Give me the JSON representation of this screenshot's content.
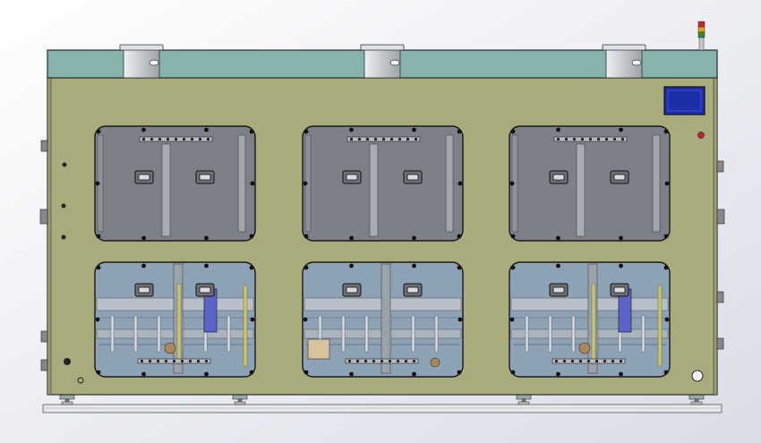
{
  "colors": {
    "background_top": "#ffffff",
    "background_bottom": "#d9dde6",
    "cabinet_body": "#a9ab7c",
    "top_band": "#86b3ad",
    "outline": "#2b2b2b",
    "window_glass_gray": "#7d8088",
    "window_glass_blue": "#8ea2b5",
    "duct_metal": "#c9cdd2",
    "hmi_screen": "#1d2fa8",
    "indicator_red": "#c8202a",
    "base_rail": "#e6e8ea"
  },
  "components": {
    "exhaust_ducts": 3,
    "upper_windows": 3,
    "lower_windows": 3,
    "leveling_feet": 4
  },
  "icons": {
    "signal_tower": "signal-tower-icon",
    "hmi": "hmi-screen-icon",
    "door_handle": "door-handle-icon",
    "indicator": "indicator-lamp-icon",
    "foot": "leveling-foot-icon"
  }
}
